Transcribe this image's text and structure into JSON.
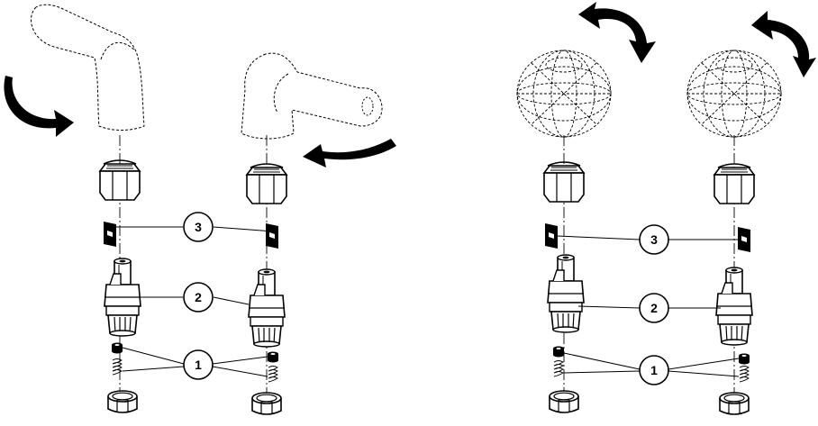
{
  "figures": [
    {
      "name": "lever-handle-faucet",
      "callouts": {
        "seals_and_springs": "1",
        "cartridge_stem": "2",
        "stop_clip": "3"
      }
    },
    {
      "name": "knob-handle-faucet",
      "callouts": {
        "seals_and_springs": "1",
        "cartridge_stem": "2",
        "stop_clip": "3"
      }
    }
  ],
  "colors": {
    "ink": "#000000",
    "background": "#ffffff"
  },
  "icons": [
    "rotation-arrow-icon"
  ]
}
